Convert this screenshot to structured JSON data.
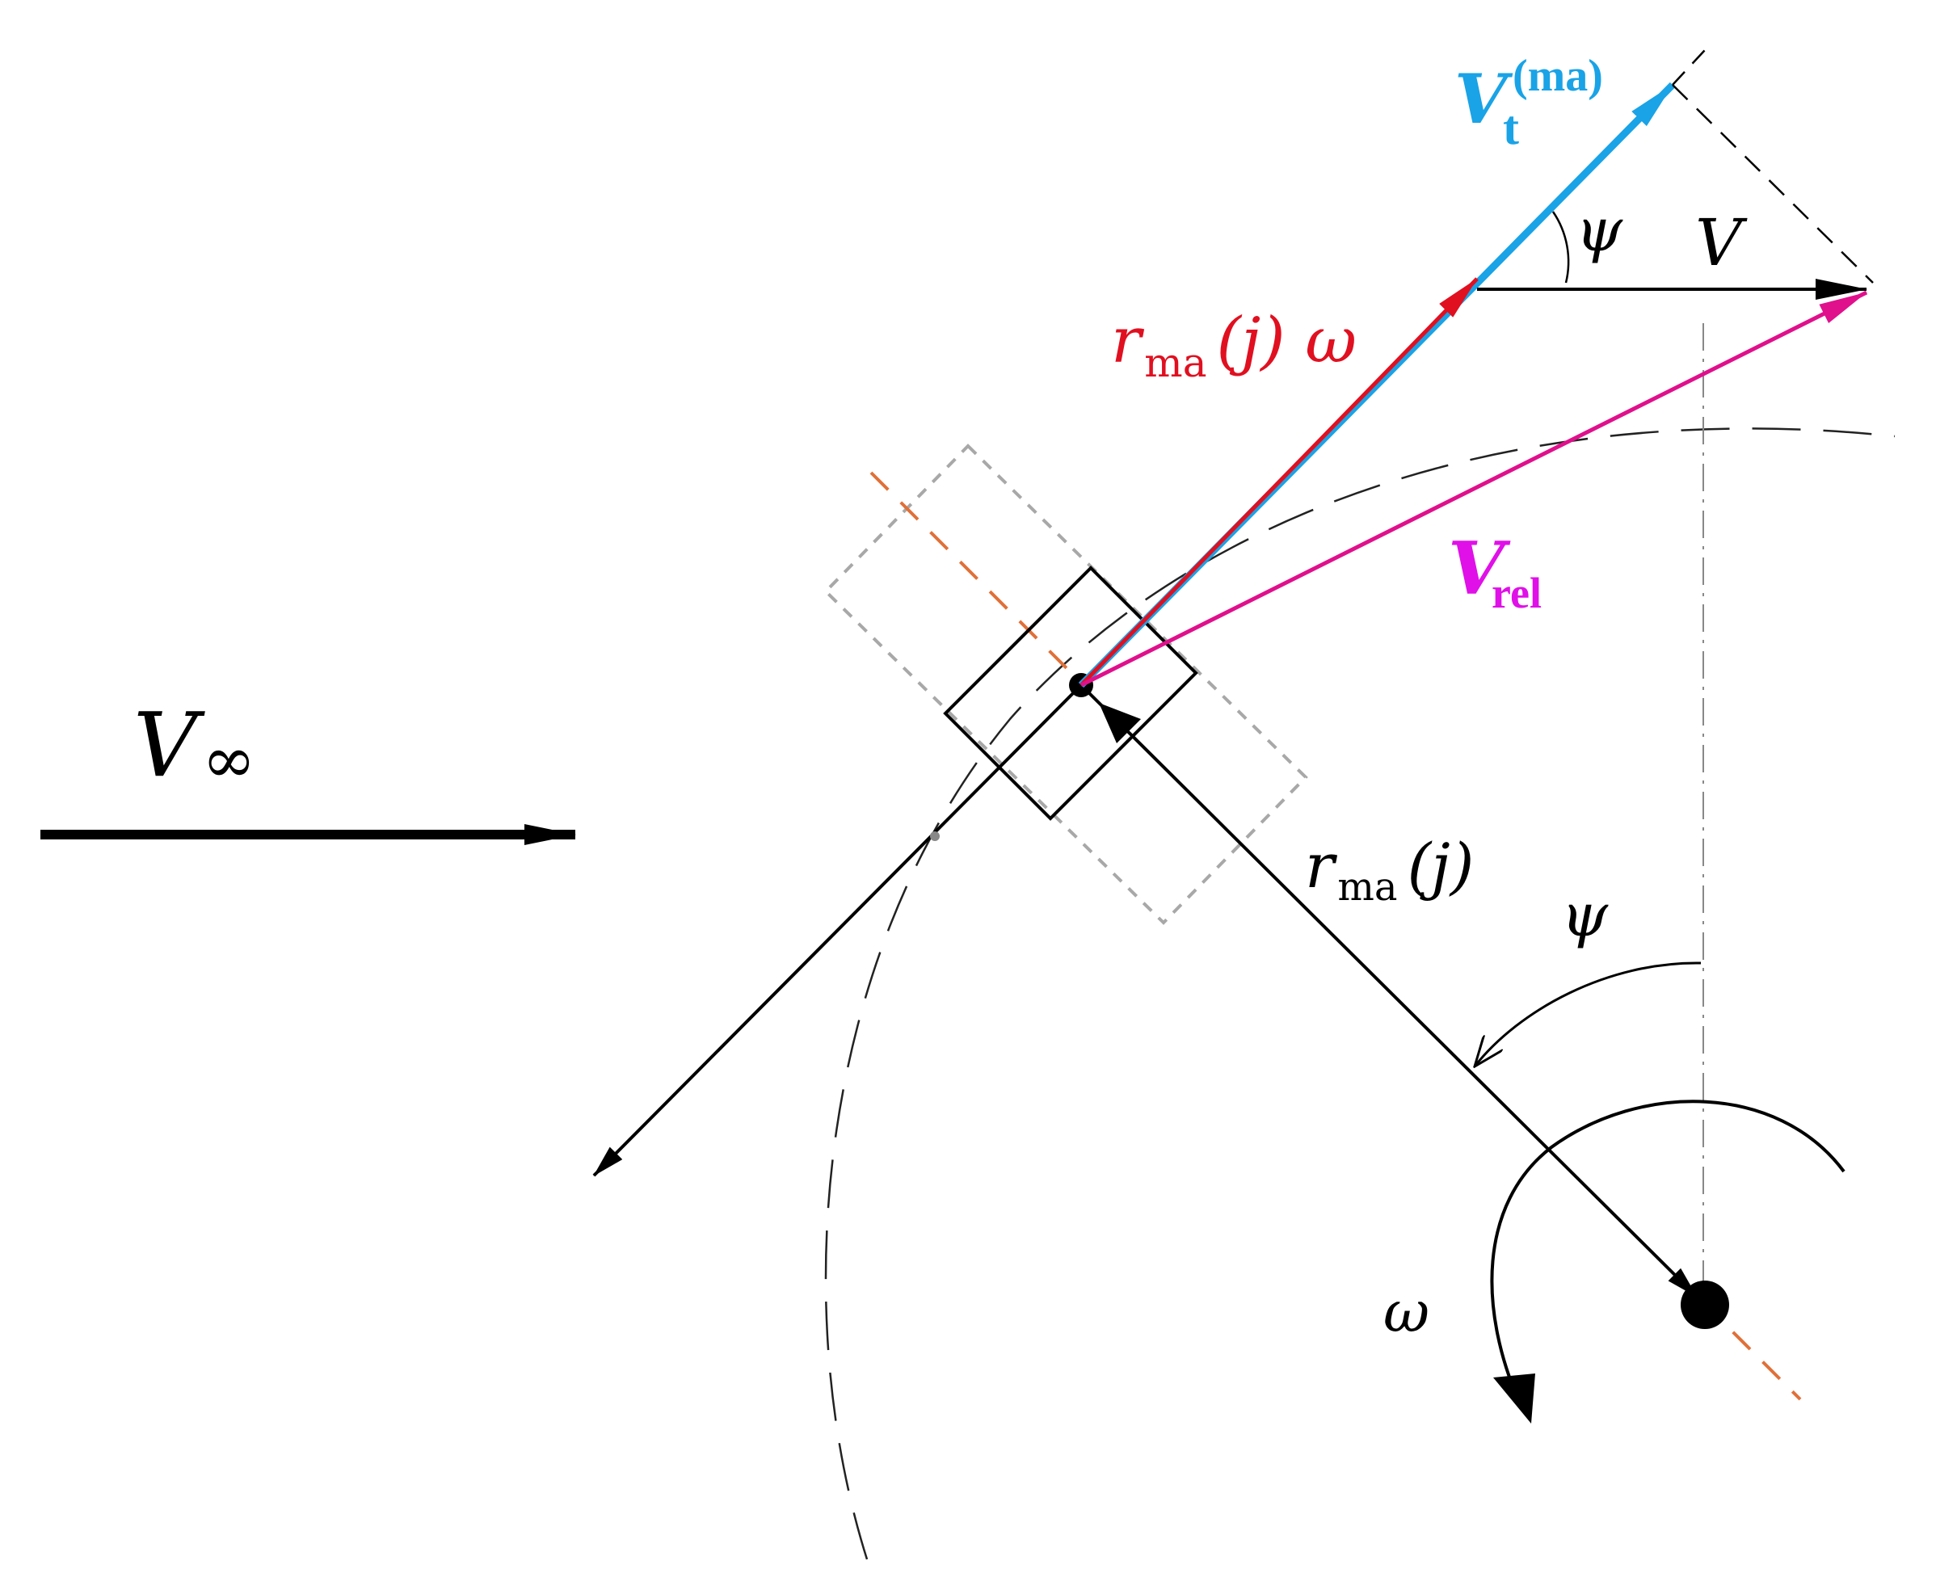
{
  "labels": {
    "v_inf_main": "V",
    "v_inf_sub": "∞",
    "vt_main": "V",
    "vt_sub": "t",
    "vt_sup": "(ma)",
    "psi_top": "ψ",
    "v_label": "V",
    "rma_omega_r": "r",
    "rma_omega_sub": "ma",
    "rma_omega_rest": "(j) ω",
    "vrel_main": "V",
    "vrel_sub": "rel",
    "rma_r": "r",
    "rma_sub": "ma",
    "rma_rest": "(j)",
    "psi_right": "ψ",
    "omega": "ω"
  },
  "colors": {
    "black": "#000000",
    "red": "#e01020",
    "blue": "#1aa3e6",
    "magenta": "#e0108c",
    "orange": "#e07038",
    "gray": "#a8a8a8",
    "dark_gray": "#555555"
  }
}
